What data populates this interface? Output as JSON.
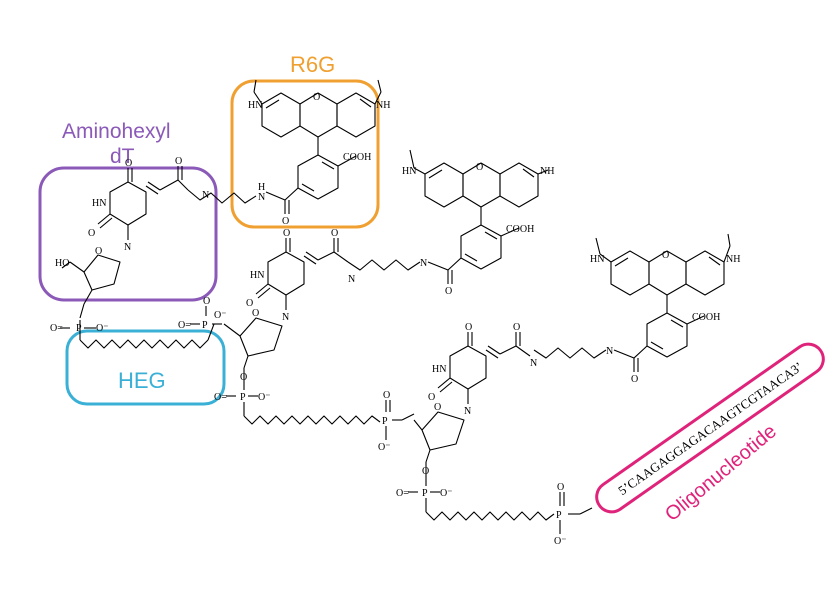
{
  "labels": {
    "r6g": "R6G",
    "aminohexyl_line1": "Aminohexyl",
    "aminohexyl_line2": "dT",
    "heg": "HEG",
    "oligonucleotide": "Oligonucleotide",
    "sequence": "5’CAAGAGGAGACAAGTCGTAACA3’"
  },
  "atoms": {
    "cooh": "COOH",
    "nh": "NH",
    "hn": "HN",
    "o": "O",
    "oh": "HO",
    "n": "N",
    "h": "H",
    "p": "P",
    "o_minus": "O⁻",
    "dbl_o": "O="
  },
  "colors": {
    "r6g": "#f0a030",
    "aminohexyl": "#8b59b8",
    "heg": "#3ab0d6",
    "oligonucleotide": "#e0237a"
  }
}
